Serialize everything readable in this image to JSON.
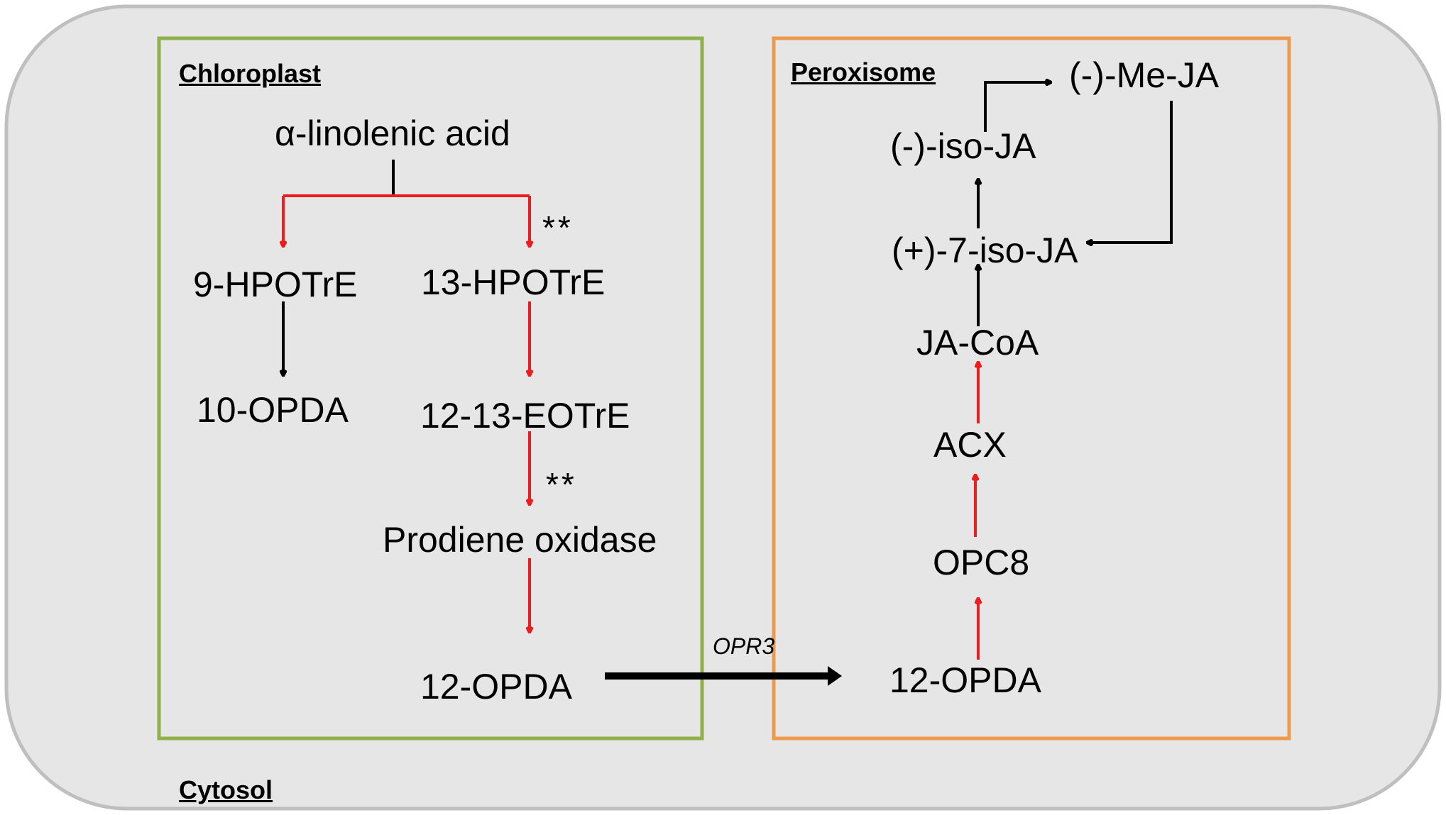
{
  "compartments": {
    "cytosol": "Cytosol",
    "chloroplast": "Chloroplast",
    "peroxisome": "Peroxisome"
  },
  "chloroplast_nodes": {
    "linolenic": "α-linolenic  acid",
    "hpotre9": "9-HPOTrE",
    "hpotre13": "13-HPOTrE",
    "opda10": "10-OPDA",
    "eotre": "12-13-EOTrE",
    "prodiene": "Prodiene oxidase",
    "opda12": "12-OPDA"
  },
  "peroxisome_nodes": {
    "opda12": "12-OPDA",
    "opc8": "OPC8",
    "acx": "ACX",
    "jacoa": "JA-CoA",
    "iso7ja": "(+)-7-iso-JA",
    "isoja": "(-)-iso-JA",
    "meja": "(-)-Me-JA"
  },
  "marks": {
    "star1": "**",
    "star2": "**"
  },
  "transport": {
    "enzyme": "OPR3"
  },
  "colors": {
    "cytosol_fill": "#e6e6e6",
    "cytosol_border": "#bfbfbf",
    "chloroplast_border": "#8fb04a",
    "peroxisome_border": "#ee9a4d",
    "red_arrow": "#ee1c1c",
    "black_arrow": "#000000"
  }
}
